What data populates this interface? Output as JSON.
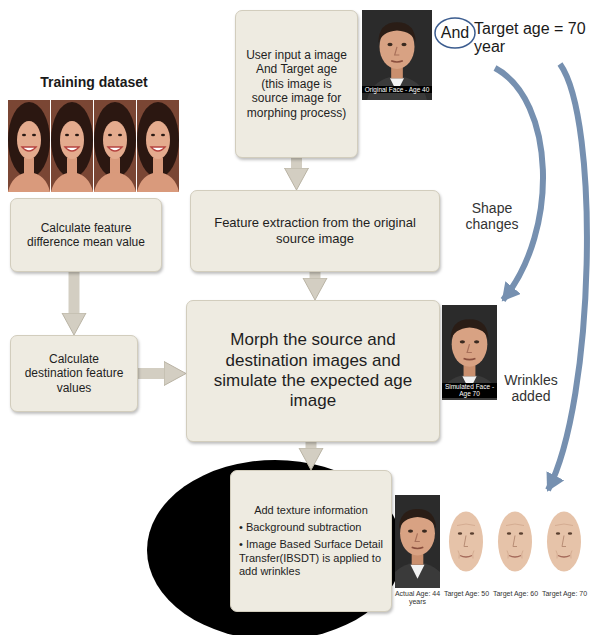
{
  "diagram": {
    "nodes": [
      {
        "text": [
          "User input a image And Target age (this image is source image for morphing process)"
        ]
      },
      {
        "text": [
          "Calculate feature difference mean value"
        ]
      },
      {
        "text": [
          "Feature extraction from the original source image"
        ]
      },
      {
        "text": [
          "Calculate destination feature values"
        ]
      },
      {
        "text": [
          "Morph the source and destination images and simulate the expected age image"
        ]
      },
      {
        "text": [
          "Add texture information",
          "• Background subtraction",
          "• Image Based Surface Detail Transfer(IBSDT)  is applied to add wrinkles"
        ]
      }
    ],
    "edges": [
      {
        "from": 0,
        "to": 2,
        "arrow": "to"
      },
      {
        "from": 1,
        "to": 3,
        "arrow": "to"
      },
      {
        "from": 2,
        "to": 4,
        "arrow": "to"
      },
      {
        "from": 3,
        "to": 4,
        "arrow": "to"
      },
      {
        "from": 4,
        "to": 5,
        "arrow": "to"
      }
    ],
    "labels": [
      "Training dataset",
      "Original Face - Age 40",
      "And",
      "Target age = 70 year",
      "Shape changes",
      "Simulated Face - Age 70",
      "Wrinkles added",
      "Actual Age: 44 years",
      "Target Age: 50",
      "Target Age: 60",
      "Target Age: 70"
    ]
  }
}
